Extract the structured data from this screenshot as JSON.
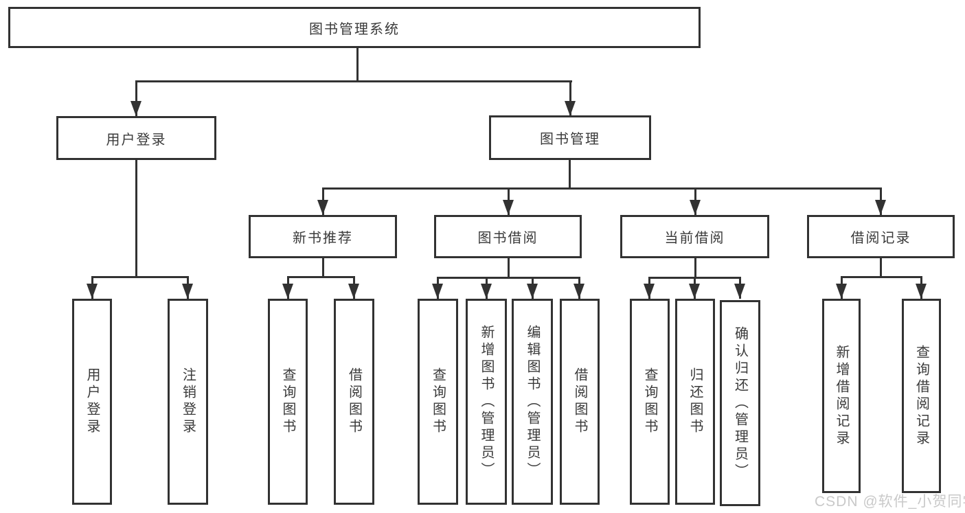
{
  "diagram": {
    "root": "图书管理系统",
    "level2": [
      "用户登录",
      "图书管理"
    ],
    "level3": [
      "新书推荐",
      "图书借阅",
      "当前借阅",
      "借阅记录"
    ],
    "leaves_user": [
      "用户登录",
      "注销登录"
    ],
    "leaves_newbook": [
      "查询图书",
      "借阅图书"
    ],
    "leaves_borrow": [
      "查询图书",
      "新增图书（管理员）",
      "编辑图书（管理员）",
      "借阅图书"
    ],
    "leaves_current": [
      "查询图书",
      "归还图书",
      "确认归还（管理员）"
    ],
    "leaves_records": [
      "新增借阅记录",
      "查询借阅记录"
    ],
    "watermark": "CSDN @软件_小贺同学",
    "colors": {
      "line": "#323232",
      "box_border": "#323232",
      "text": "#3a3a3a",
      "watermark": "#c9c9c9",
      "background": "#ffffff"
    }
  }
}
